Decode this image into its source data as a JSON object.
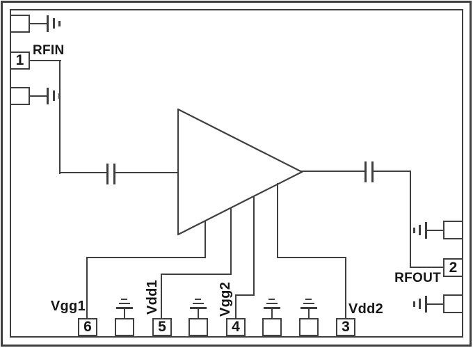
{
  "diagram_labels": {
    "rfin": "RFIN",
    "rfout": "RFOUT",
    "vgg1": "Vgg1",
    "vdd1": "Vdd1",
    "vgg2": "Vgg2",
    "vdd2": "Vdd2"
  },
  "pad_numbers": {
    "pad1": "1",
    "pad2": "2",
    "pad3": "3",
    "pad4": "4",
    "pad5": "5",
    "pad6": "6"
  },
  "icons": {
    "amplifier": "amplifier-triangle-icon",
    "dc_block_capacitor": "capacitor-icon",
    "ground": "ground-icon"
  },
  "colors": {
    "line": "#3f3f3f",
    "text": "#161616",
    "background": "#ffffff"
  }
}
